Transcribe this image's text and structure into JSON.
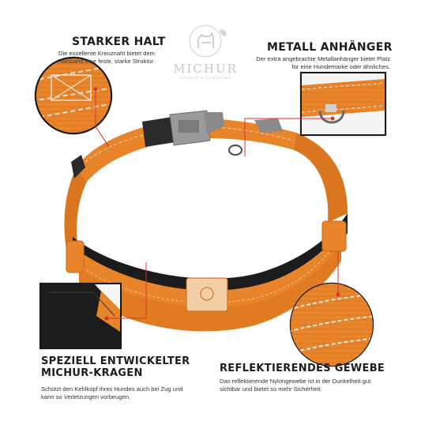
{
  "logo": {
    "wordmark": "MICHUR",
    "subline": "SPORTS COLLECTION",
    "icon": "dog-silhouette-icon"
  },
  "features": {
    "starker_halt": {
      "title": "STARKER HALT",
      "description": "Die exzellente Kreuznaht bietet dem Halsband eine feste, starke Struktur."
    },
    "metall_anhaenger": {
      "title": "METALL ANHÄNGER",
      "description": "Der extra angebrachte Metallanhänger bietet Platz für eine Hundemarke oder ähnliches."
    },
    "kragen": {
      "title": "SPEZIELL ENTWICKELTER MICHUR-KRAGEN",
      "description": "Schützt den Kehlkopf ihres Hundes auch bei Zug und kann so Verletzungen vorbeugen."
    },
    "reflektierend": {
      "title": "REFLEKTIERENDES GEWEBE",
      "description": "Das reflektierende Nylongewebe ist in der Dunkelheit gut sichtbar und bietet so mehr Sicherheit."
    }
  },
  "colors": {
    "collar_orange": "#e8842a",
    "collar_dark_orange": "#c9671a",
    "padding_black": "#1c1c1c",
    "callout_red": "#d9302a",
    "buckle_grey": "#8a8a8a"
  }
}
